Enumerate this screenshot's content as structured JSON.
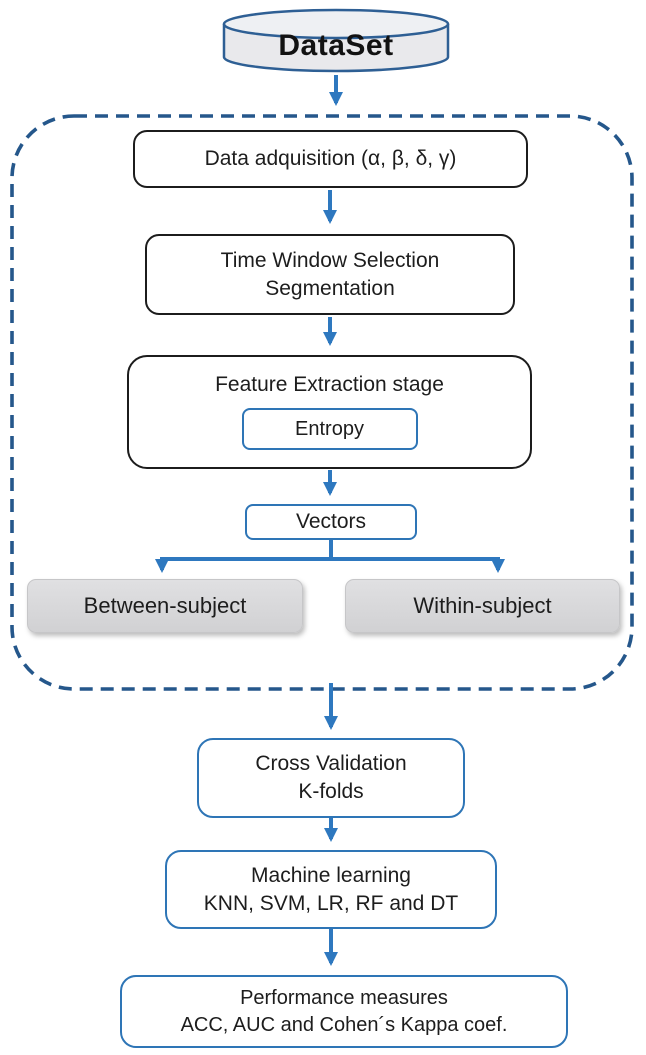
{
  "colors": {
    "arrow_blue": "#2e78bf",
    "dashed_container_border": "#25578b",
    "blue_box_border": "#2e75b6",
    "black_box_border": "#1c1c1c",
    "gray_node_fill": "#d9d9db",
    "cylinder_fill": "#e9e9ec",
    "cylinder_border": "#2e5f94"
  },
  "nodes": {
    "dataset": {
      "label": "DataSet"
    },
    "data_acquisition": {
      "label": "Data adquisition (α, β, δ, γ)"
    },
    "time_window": {
      "line1": "Time Window Selection",
      "line2": "Segmentation"
    },
    "feature_extraction": {
      "label": "Feature Extraction stage",
      "inner_label": "Entropy"
    },
    "vectors": {
      "label": "Vectors"
    },
    "between_subject": {
      "label": "Between-subject"
    },
    "within_subject": {
      "label": "Within-subject"
    },
    "cross_validation": {
      "line1": "Cross Validation",
      "line2": "K-folds"
    },
    "machine_learning": {
      "line1": "Machine learning",
      "line2": "KNN, SVM, LR, RF and DT"
    },
    "performance_measures": {
      "line1": "Performance measures",
      "line2": "ACC, AUC and Cohen´s Kappa coef."
    }
  }
}
